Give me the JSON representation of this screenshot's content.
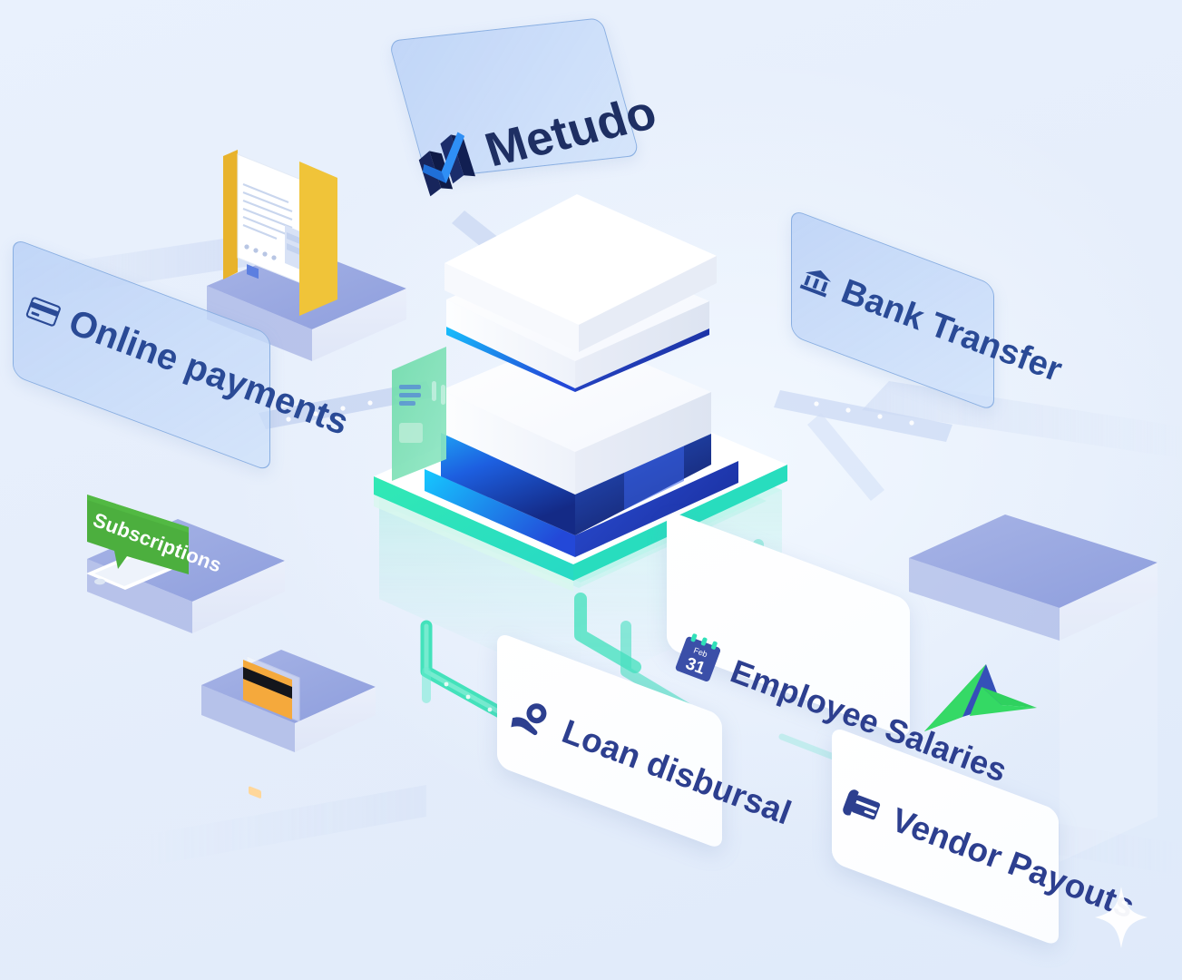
{
  "illustration": {
    "title": "Metudo payments platform isometric illustration",
    "background_color": "#e9f1fc",
    "accent_colors": {
      "brand_navy": "#1e2f63",
      "brand_blue": "#2f6fe4",
      "label_blue": "#bad1f6",
      "label_border": "#8aafe2",
      "teal": "#2fe3b0",
      "green": "#3ec35a",
      "yellow": "#f0bd2e",
      "orange": "#f5a93c",
      "periwinkle": "#9aa9e0",
      "white": "#ffffff"
    }
  },
  "brand": {
    "name": "Metudo",
    "logo_icon": "metudo-bars-check-logo"
  },
  "labels": [
    {
      "id": "online-payments",
      "text": "Online payments",
      "icon": "credit-card-icon",
      "style": "blue-plate",
      "text_color": "#2a4a96"
    },
    {
      "id": "bank-transfer",
      "text": "Bank Transfer",
      "icon": "bank-building-icon",
      "style": "blue-plate",
      "text_color": "#2a4a96"
    },
    {
      "id": "employee-salaries",
      "text": "Employee Salaries",
      "icon": "calendar-icon",
      "style": "white-plate",
      "text_color": "#2d3f8f"
    },
    {
      "id": "loan-disbursal",
      "text": "Loan disbursal",
      "icon": "hand-holding-coin-icon",
      "style": "white-plate",
      "text_color": "#2d3f8f"
    },
    {
      "id": "vendor-payouts",
      "text": "Vendor Payouts",
      "icon": "card-swipe-icon",
      "style": "white-plate",
      "text_color": "#2d3f8f"
    },
    {
      "id": "subscriptions",
      "text": "Subscriptions",
      "icon": "speech-bubble-icon",
      "style": "green-bubble",
      "text_color": "#ffffff"
    }
  ],
  "calendar_icon": {
    "month": "Feb",
    "day": "31"
  },
  "objects": [
    {
      "id": "server-tower",
      "name": "central isometric server tower"
    },
    {
      "id": "document-folder",
      "name": "yellow folder with document"
    },
    {
      "id": "smartphone",
      "name": "white smartphone on platform"
    },
    {
      "id": "credit-card",
      "name": "orange credit card with magnetic stripe"
    },
    {
      "id": "paper-plane",
      "name": "green paper plane"
    },
    {
      "id": "green-card",
      "name": "mint green payment card"
    },
    {
      "id": "sparkle",
      "name": "four-point sparkle"
    }
  ]
}
